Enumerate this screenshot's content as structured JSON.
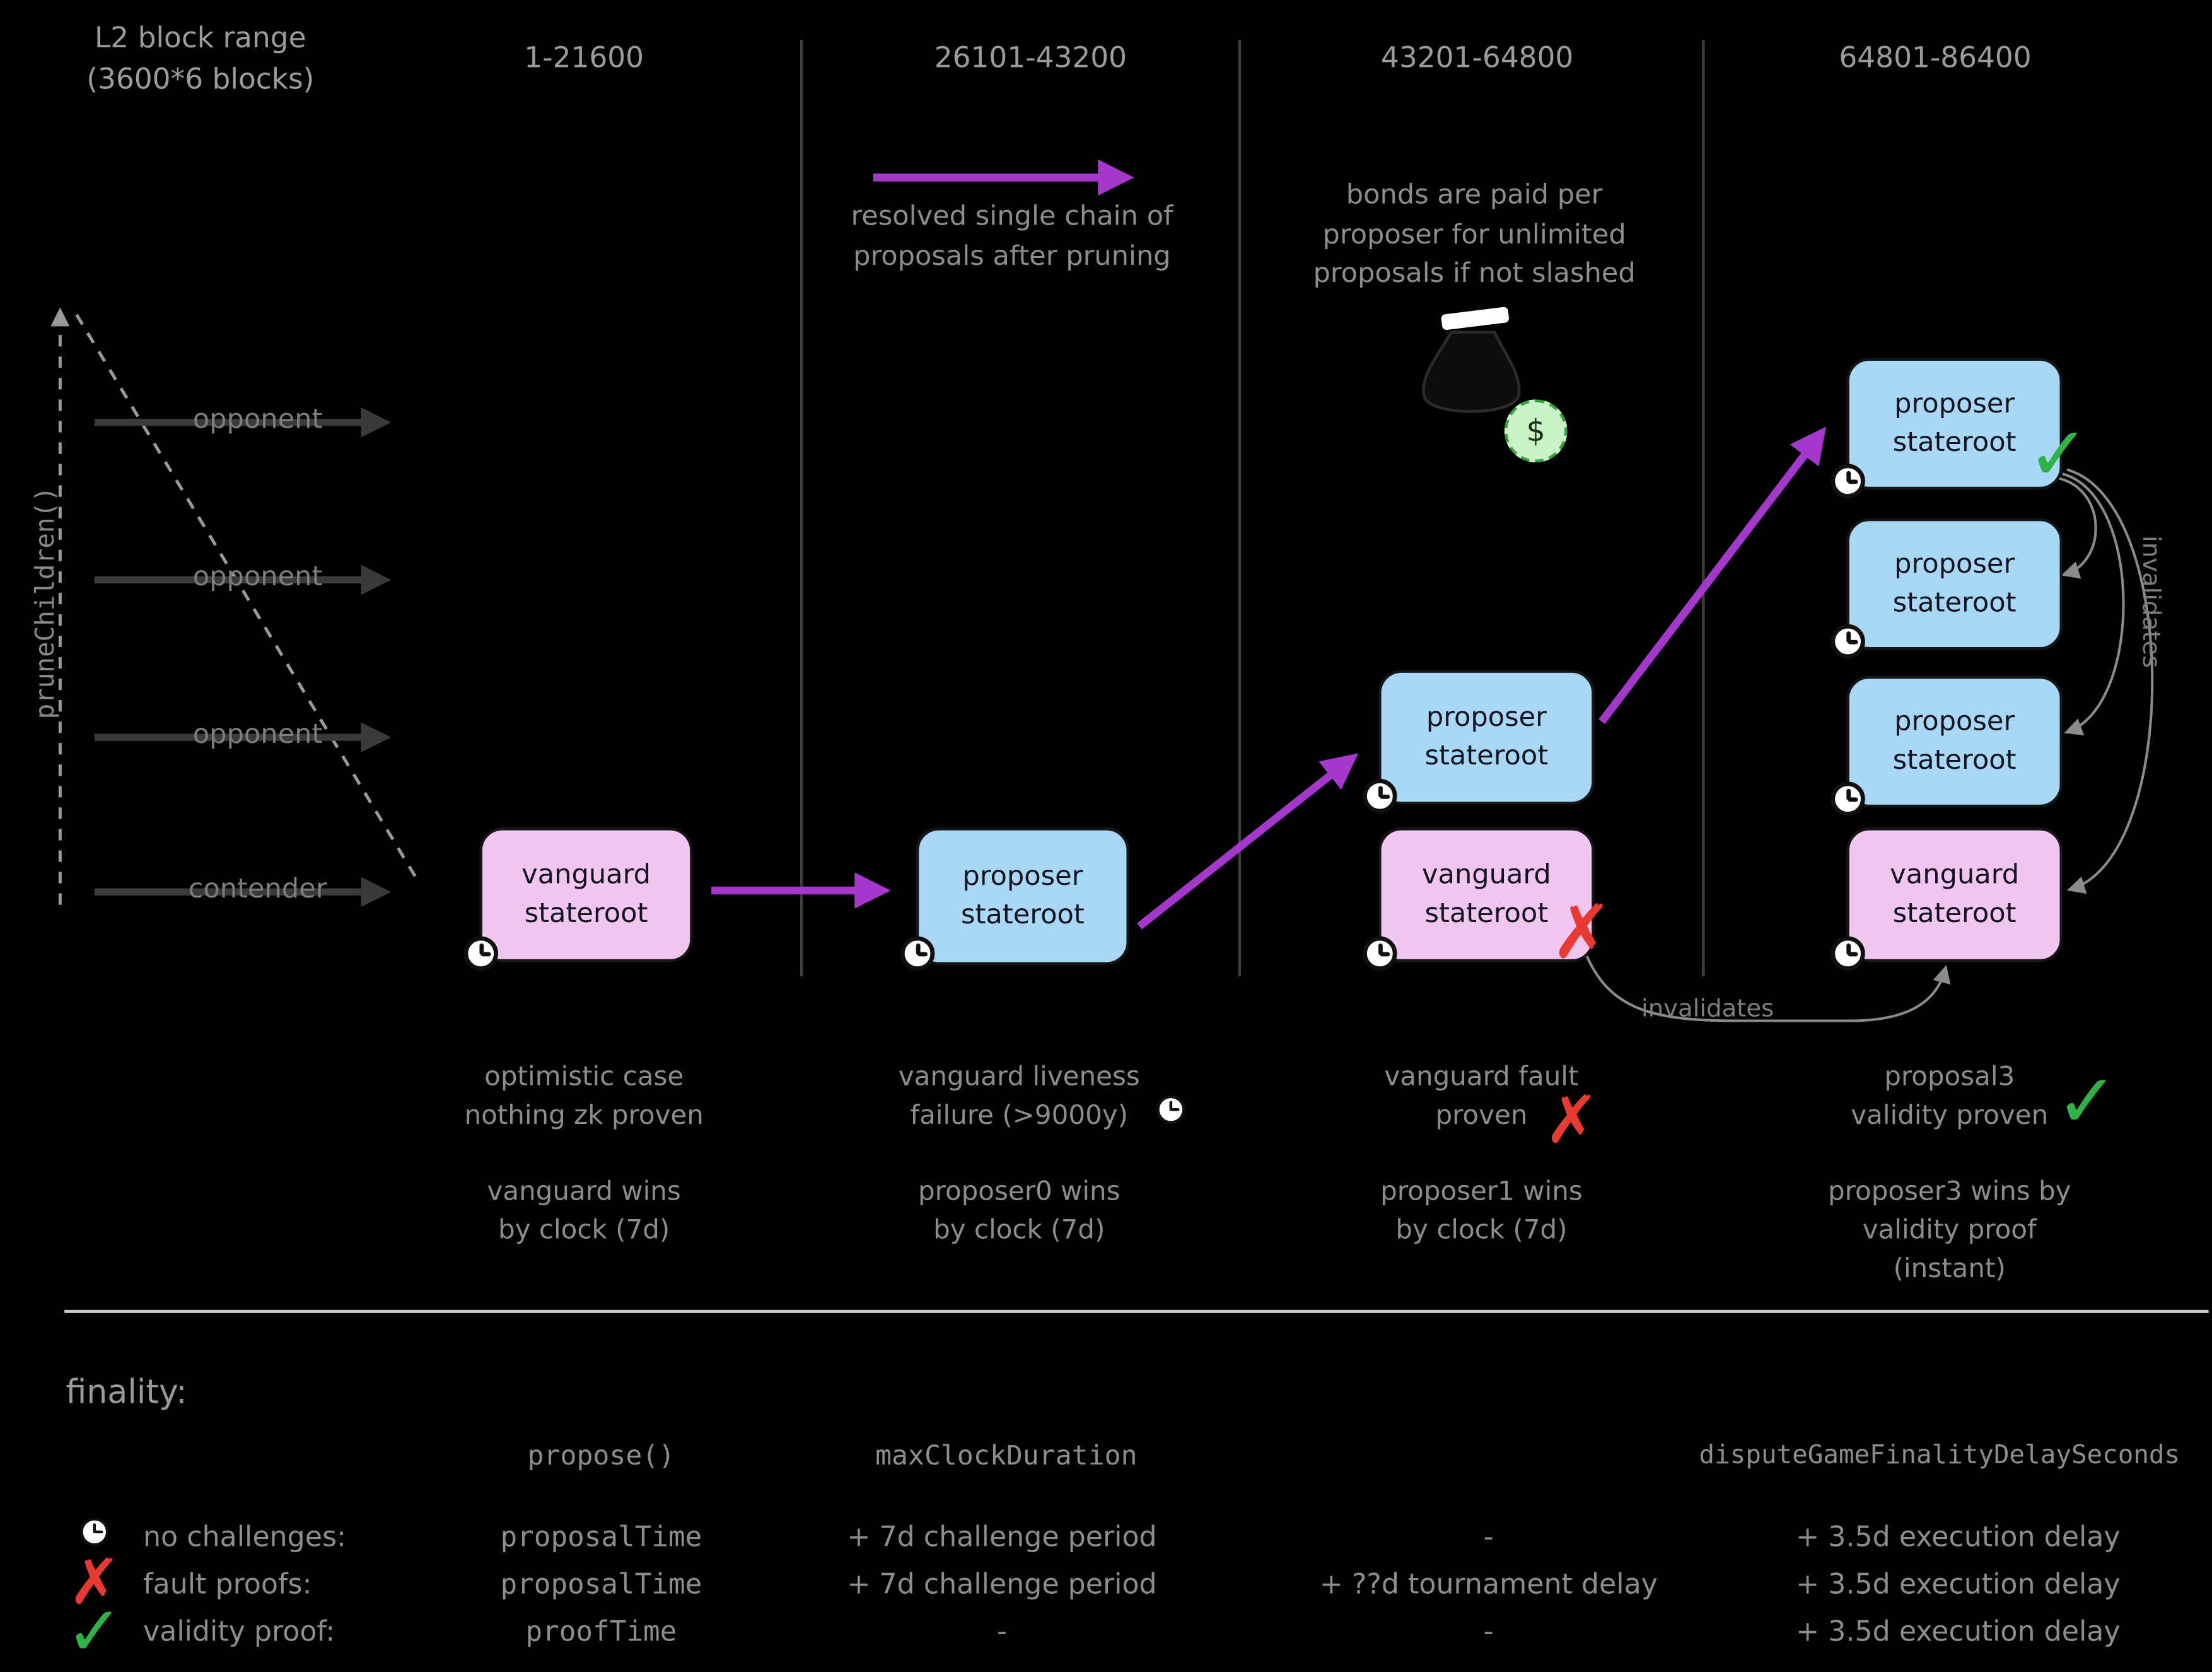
{
  "colors": {
    "background": "#000000",
    "vanguard_fill": "#f1c7f1",
    "proposer_fill": "#a9d8f6",
    "arrow_purple": "#a637cd",
    "text_gray": "#8d8d8d",
    "check_green": "#2fb344",
    "cross_red": "#e93a31"
  },
  "icons": {
    "check": "✓",
    "cross": "✗",
    "dollar": "$"
  },
  "header": {
    "range_label": "L2 block range\n(3600*6 blocks)",
    "columns": [
      "1-21600",
      "26101-43200",
      "43201-64800",
      "64801-86400"
    ]
  },
  "left": {
    "prune_label": "pruneChildren()",
    "lanes": [
      {
        "label": "opponent"
      },
      {
        "label": "opponent"
      },
      {
        "label": "opponent"
      },
      {
        "label": "contender"
      }
    ]
  },
  "notes": {
    "resolved": "resolved single chain of\nproposals after pruning",
    "bonds": "bonds are paid per\nproposer for unlimited\nproposals if not slashed",
    "invalidates_side": "invalidates",
    "invalidates_bottom": "invalidates"
  },
  "boxes": {
    "vanguard_label": "vanguard\nstateroot",
    "proposer_label": "proposer\nstateroot"
  },
  "captions": [
    {
      "case": "optimistic case\nnothing zk proven",
      "outcome": "vanguard wins\nby clock (7d)"
    },
    {
      "case": "vanguard liveness\nfailure (>9000y)",
      "outcome": "proposer0 wins\nby clock (7d)"
    },
    {
      "case": "vanguard fault\nproven",
      "outcome": "proposer1 wins\nby clock (7d)"
    },
    {
      "case": "proposal3\nvalidity proven",
      "outcome": "proposer3 wins by\nvalidity proof (instant)"
    }
  ],
  "finality": {
    "title": "finality:",
    "col_headers": {
      "propose": "propose()",
      "max_clock": "maxClockDuration",
      "dispute_delay": "disputeGameFinalityDelaySeconds"
    },
    "rows": [
      {
        "label": "no challenges:",
        "propose": "proposalTime",
        "max_clock": "+ 7d challenge period",
        "tournament": "-",
        "delay": "+ 3.5d execution delay"
      },
      {
        "label": "fault proofs:",
        "propose": "proposalTime",
        "max_clock": "+ 7d challenge period",
        "tournament": "+ ??d tournament delay",
        "delay": "+ 3.5d execution delay"
      },
      {
        "label": "validity proof:",
        "propose": "proofTime",
        "max_clock": "-",
        "tournament": "-",
        "delay": "+ 3.5d execution delay"
      }
    ]
  }
}
